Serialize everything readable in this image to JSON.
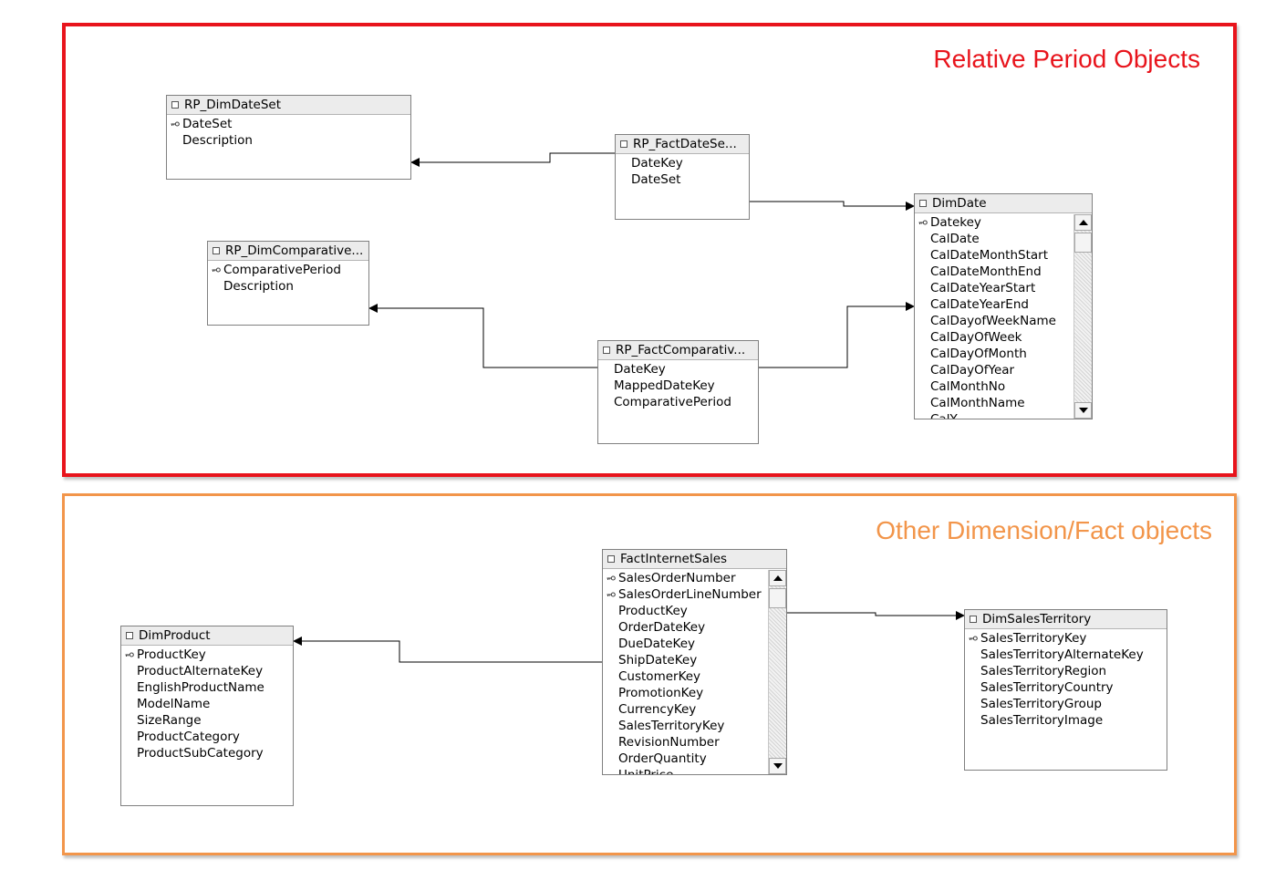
{
  "groups": {
    "relative_period": {
      "title": "Relative Period Objects",
      "color": "#e8141c"
    },
    "other": {
      "title": "Other Dimension/Fact objects",
      "color": "#f2954a"
    }
  },
  "tables": {
    "rp_dimdateset": {
      "name": "RP_DimDateSet",
      "columns": [
        {
          "name": "DateSet",
          "key": true
        },
        {
          "name": "Description",
          "key": false
        }
      ]
    },
    "rp_factdateset": {
      "name": "RP_FactDateSe...",
      "columns": [
        {
          "name": "DateKey",
          "key": false
        },
        {
          "name": "DateSet",
          "key": false
        }
      ]
    },
    "rp_dimcomparative": {
      "name": "RP_DimComparative...",
      "columns": [
        {
          "name": "ComparativePeriod",
          "key": true
        },
        {
          "name": "Description",
          "key": false
        }
      ]
    },
    "rp_factcomparative": {
      "name": "RP_FactComparativ...",
      "columns": [
        {
          "name": "DateKey",
          "key": false
        },
        {
          "name": "MappedDateKey",
          "key": false
        },
        {
          "name": "ComparativePeriod",
          "key": false
        }
      ]
    },
    "dimdate": {
      "name": "DimDate",
      "columns": [
        {
          "name": "Datekey",
          "key": true
        },
        {
          "name": "CalDate",
          "key": false
        },
        {
          "name": "CalDateMonthStart",
          "key": false
        },
        {
          "name": "CalDateMonthEnd",
          "key": false
        },
        {
          "name": "CalDateYearStart",
          "key": false
        },
        {
          "name": "CalDateYearEnd",
          "key": false
        },
        {
          "name": "CalDayofWeekName",
          "key": false
        },
        {
          "name": "CalDayOfWeek",
          "key": false
        },
        {
          "name": "CalDayOfMonth",
          "key": false
        },
        {
          "name": "CalDayOfYear",
          "key": false
        },
        {
          "name": "CalMonthNo",
          "key": false
        },
        {
          "name": "CalMonthName",
          "key": false
        },
        {
          "name": "CalY...",
          "key": false
        }
      ]
    },
    "factinternetsales": {
      "name": "FactInternetSales",
      "columns": [
        {
          "name": "SalesOrderNumber",
          "key": true
        },
        {
          "name": "SalesOrderLineNumber",
          "key": true
        },
        {
          "name": "ProductKey",
          "key": false
        },
        {
          "name": "OrderDateKey",
          "key": false
        },
        {
          "name": "DueDateKey",
          "key": false
        },
        {
          "name": "ShipDateKey",
          "key": false
        },
        {
          "name": "CustomerKey",
          "key": false
        },
        {
          "name": "PromotionKey",
          "key": false
        },
        {
          "name": "CurrencyKey",
          "key": false
        },
        {
          "name": "SalesTerritoryKey",
          "key": false
        },
        {
          "name": "RevisionNumber",
          "key": false
        },
        {
          "name": "OrderQuantity",
          "key": false
        },
        {
          "name": "UnitPrice",
          "key": false
        }
      ]
    },
    "dimproduct": {
      "name": "DimProduct",
      "columns": [
        {
          "name": "ProductKey",
          "key": true
        },
        {
          "name": "ProductAlternateKey",
          "key": false
        },
        {
          "name": "EnglishProductName",
          "key": false
        },
        {
          "name": "ModelName",
          "key": false
        },
        {
          "name": "SizeRange",
          "key": false
        },
        {
          "name": "ProductCategory",
          "key": false
        },
        {
          "name": "ProductSubCategory",
          "key": false
        }
      ]
    },
    "dimsalesterritory": {
      "name": "DimSalesTerritory",
      "columns": [
        {
          "name": "SalesTerritoryKey",
          "key": true
        },
        {
          "name": "SalesTerritoryAlternateKey",
          "key": false
        },
        {
          "name": "SalesTerritoryRegion",
          "key": false
        },
        {
          "name": "SalesTerritoryCountry",
          "key": false
        },
        {
          "name": "SalesTerritoryGroup",
          "key": false
        },
        {
          "name": "SalesTerritoryImage",
          "key": false
        }
      ]
    }
  }
}
